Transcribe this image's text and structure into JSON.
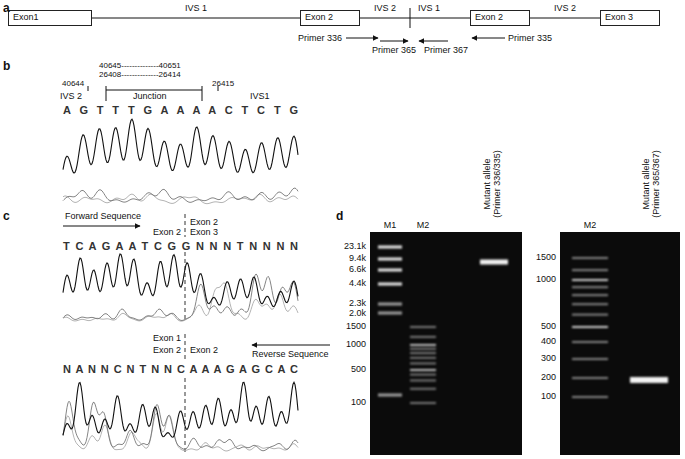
{
  "diagram": {
    "nodes": [
      {
        "text": [
          "Exon1"
        ]
      },
      {
        "text": [
          "Exon 2"
        ]
      },
      {
        "text": [
          "Exon 2"
        ]
      },
      {
        "text": [
          "Exon 3"
        ]
      }
    ],
    "edges": [
      {
        "from": 0,
        "to": 1,
        "arrow": "none",
        "label": "IVS 1"
      },
      {
        "from": 1,
        "to": 2,
        "arrow": "none"
      },
      {
        "from": 2,
        "to": 3,
        "arrow": "none",
        "label": "IVS 2"
      }
    ],
    "labels": [
      "a",
      "IVS 2",
      "IVS 1",
      "Primer 336",
      "Primer 365",
      "Primer 367",
      "Primer 335",
      "b",
      "40645--------------40651",
      "26408--------------26414",
      "40644",
      "26415",
      "IVS 2",
      "Junction",
      "IVS1",
      "A G T T T G A A A A C T C T G",
      "c",
      "Forward Sequence",
      "Exon 2",
      "Exon 2",
      "Exon 3",
      "T C A G A A T C G G N N N T N N N N",
      "Exon 1",
      "Exon 2",
      "Exon 2",
      "Reverse Sequence",
      "N A N N C N T N N C A A A G A G C A C",
      "d",
      "M1",
      "M2",
      "Mutant allele (Primer 336/335)",
      "23.1k",
      "9.4k",
      "6.6k",
      "4.4k",
      "2.3k",
      "2.0k",
      "1500",
      "1000",
      "500",
      "100",
      "M2",
      "Mutant allele (Primer 365/367)",
      "1500",
      "1000",
      "500",
      "400",
      "300",
      "200",
      "100"
    ]
  }
}
